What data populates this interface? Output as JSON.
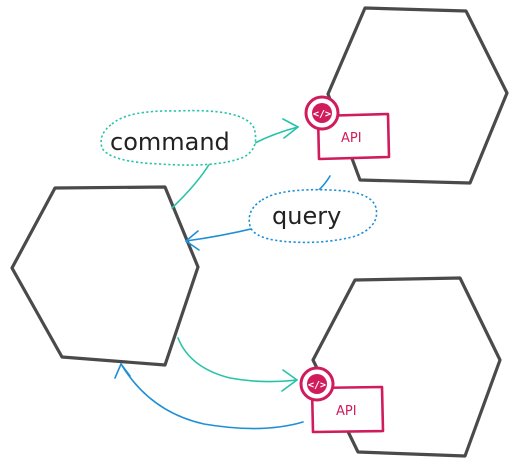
{
  "diagram": {
    "labels": {
      "command": "command",
      "query": "query"
    },
    "api_labels": {
      "top": "API",
      "bottom": "API"
    },
    "api_icon_glyph": "</>",
    "colors": {
      "hexagon": "#4a4a4a",
      "command_arrow": "#27c3a8",
      "query_arrow": "#1f8fd8",
      "api": "#d01c5c"
    },
    "icons": [
      "api-code-icon"
    ]
  }
}
